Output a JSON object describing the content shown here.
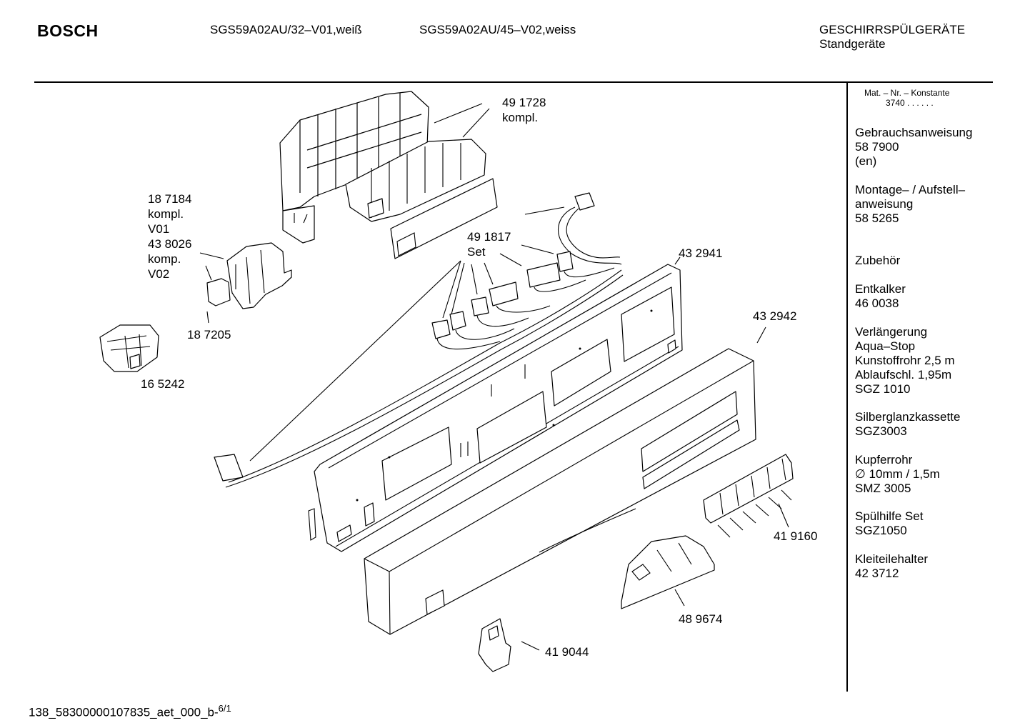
{
  "header": {
    "brand": "BOSCH",
    "model_1": "SGS59A02AU/32–V01,weiß",
    "model_2": "SGS59A02AU/45–V02,weiss",
    "category": "GESCHIRRSPÜLGERÄTE",
    "subcategory": "Standgeräte"
  },
  "sidebar": {
    "mat_header": "Mat. – Nr. – Konstante",
    "mat_value": "3740  .  .    .  .  .  .",
    "entries": [
      {
        "text": "Gebrauchsanweisung\n58 7900\n(en)"
      },
      {
        "text": "Montage– / Aufstell–\nanweisung\n58 5265"
      },
      {
        "text": "Zubehör"
      },
      {
        "text": "Entkalker\n46 0038"
      },
      {
        "text": "Verlängerung\nAqua–Stop\nKunstoffrohr 2,5 m\nAblaufschl. 1,95m\nSGZ 1010"
      },
      {
        "text": "Silberglanzkassette\nSGZ3003"
      },
      {
        "text": "Kupferrohr\n∅ 10mm / 1,5m\nSMZ 3005"
      },
      {
        "text": "Spülhilfe Set\nSGZ1050"
      },
      {
        "text": "Kleiteilehalter\n42 3712"
      }
    ]
  },
  "parts": [
    {
      "id": "491728",
      "text": "49 1728\nkompl."
    },
    {
      "id": "187184",
      "text": "18 7184\nkompl.\nV01\n43 8026\nkomp.\nV02"
    },
    {
      "id": "491817",
      "text": "49 1817\nSet"
    },
    {
      "id": "432941",
      "text": "43 2941"
    },
    {
      "id": "187205",
      "text": "18 7205"
    },
    {
      "id": "432942",
      "text": "43 2942"
    },
    {
      "id": "165242",
      "text": "16 5242"
    },
    {
      "id": "419160",
      "text": "41 9160"
    },
    {
      "id": "489674",
      "text": "48 9674"
    },
    {
      "id": "419044",
      "text": "41 9044"
    }
  ],
  "footer": {
    "code": "138_58300000107835_aet_000_b-",
    "page": "6/1"
  }
}
